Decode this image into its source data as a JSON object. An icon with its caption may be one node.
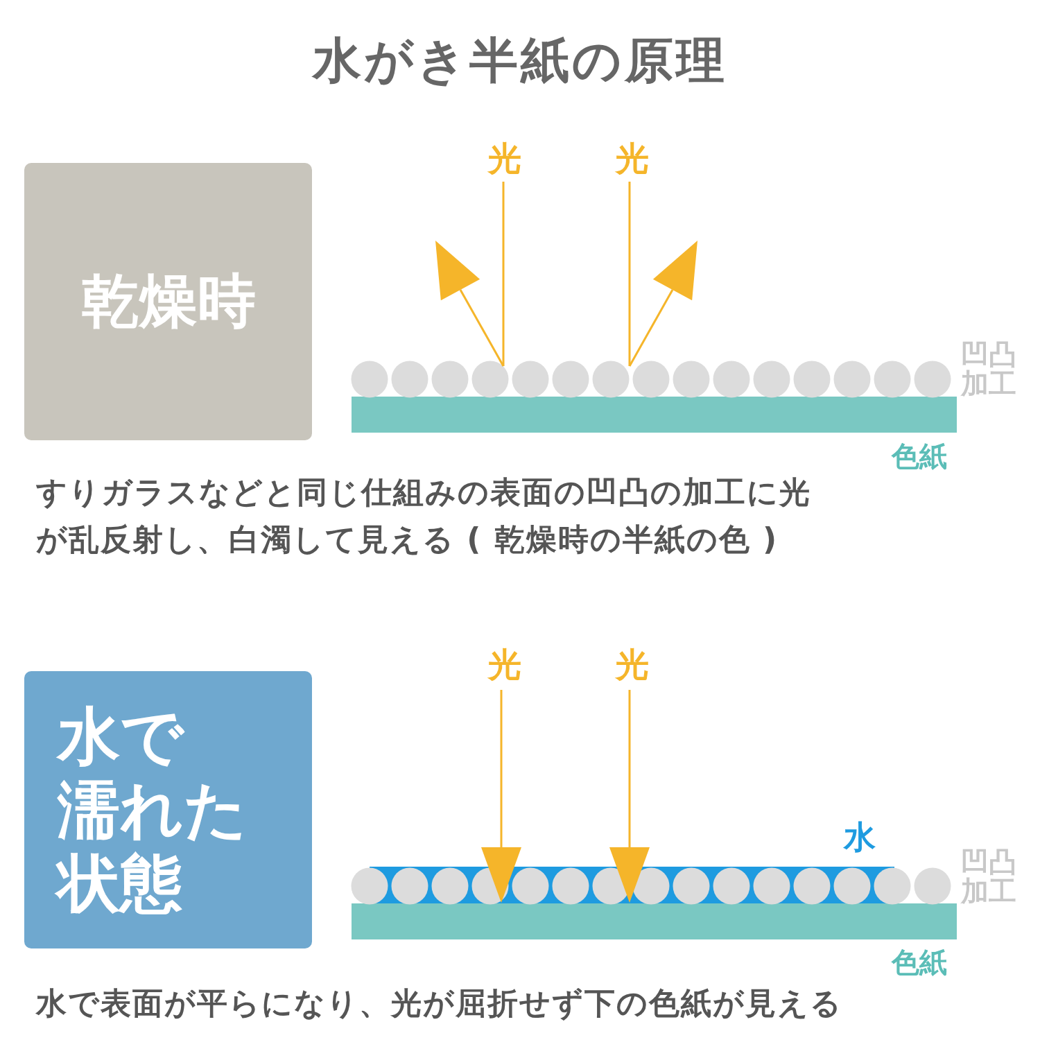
{
  "diagram": {
    "title": "水がき半紙の原理",
    "nodes": [
      {
        "text": [
          "乾燥時"
        ]
      },
      {
        "text": [
          "水で濡れた状態"
        ]
      }
    ],
    "labels": [
      "光",
      "光",
      "凹凸加工",
      "色紙",
      "すりガラスなどと同じ仕組みの表面の凹凸の加工に光が乱反射し、白濁して見える ( 乾燥時の半紙の色 )",
      "光",
      "光",
      "水",
      "凹凸加工",
      "色紙",
      "水で表面が平らになり、光が屈折せず下の色紙が見える"
    ]
  }
}
